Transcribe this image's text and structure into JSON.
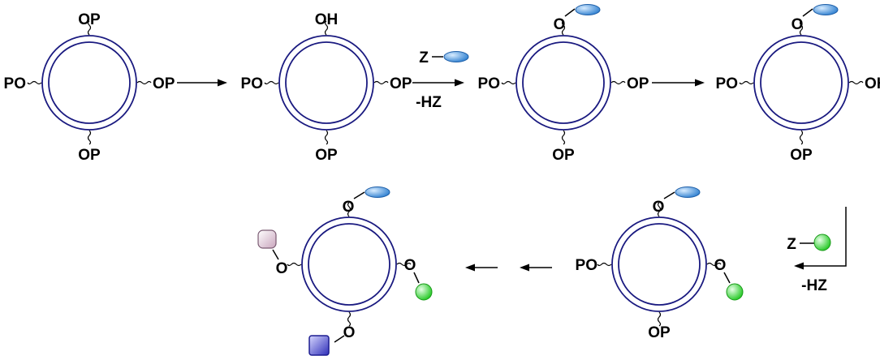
{
  "scheme": {
    "structures": [
      {
        "name": "structure-1",
        "groups": {
          "top": "OP",
          "left": "PO",
          "right": "OP",
          "bottom": "OP"
        }
      },
      {
        "name": "structure-2",
        "groups": {
          "top": "OH",
          "left": "PO",
          "right": "OP",
          "bottom": "OP"
        }
      },
      {
        "name": "structure-3",
        "groups": {
          "top": "O",
          "left": "PO",
          "right": "OP",
          "bottom": "OP"
        },
        "top_tag": "blue-ellipse"
      },
      {
        "name": "structure-4",
        "groups": {
          "top": "O",
          "left": "PO",
          "right": "OH",
          "bottom": "OP"
        },
        "top_tag": "blue-ellipse"
      },
      {
        "name": "structure-5",
        "groups": {
          "top": "O",
          "left": "PO",
          "right": "O",
          "bottom": "OP"
        },
        "top_tag": "blue-ellipse",
        "right_tag": "green-sphere"
      },
      {
        "name": "structure-6",
        "groups": {
          "top": "O",
          "left": "O",
          "right": "O",
          "bottom": "O"
        },
        "top_tag": "blue-ellipse",
        "left_tag": "pink-rounded-square",
        "right_tag": "green-sphere",
        "bottom_tag": "blue-square"
      }
    ],
    "reagents": [
      {
        "name": "reagent-blue",
        "atom": "Z",
        "byproduct": "-HZ"
      },
      {
        "name": "reagent-green",
        "atom": "Z",
        "byproduct": "-HZ"
      }
    ],
    "colors": {
      "ring": "#1a1a80",
      "blue_tag": "#3f92df",
      "green_tag": "#3fdc3f",
      "pink_tag": "#c9a6bd",
      "square_tag": "#3a3acc"
    }
  }
}
